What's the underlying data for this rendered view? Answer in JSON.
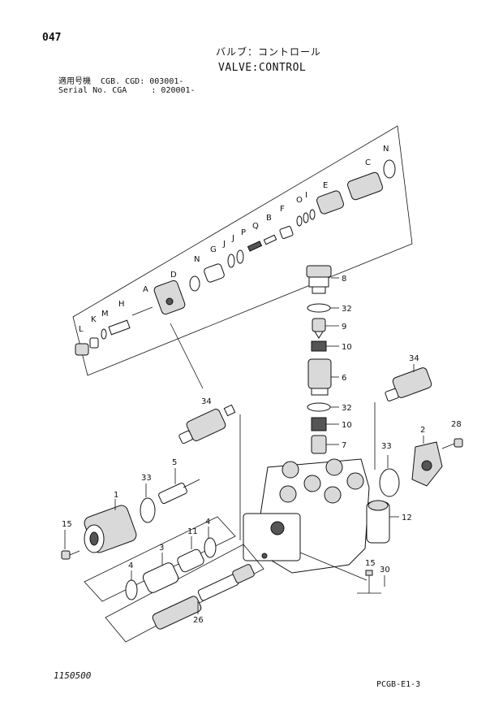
{
  "page_number": "047",
  "title_jp": "バルブ：コントロール",
  "title_en": "VALVE:CONTROL",
  "applicable_line1": "適用号機  CGB. CGD: 003001-",
  "applicable_line2": "Serial No. CGA     : 020001-",
  "footer_left": "1150500",
  "footer_right": "PCGB-E1-3",
  "callouts": {
    "a": "A",
    "b": "B",
    "c": "C",
    "d": "D",
    "e": "E",
    "f": "F",
    "g": "G",
    "h": "H",
    "i": "I",
    "j": "J",
    "k": "K",
    "l": "L",
    "m": "M",
    "n1": "N",
    "n2": "N",
    "o": "O",
    "p": "P",
    "q": "Q",
    "n1_": "1",
    "n2_": "2",
    "n3": "3",
    "n4a": "4",
    "n4b": "4",
    "n5": "5",
    "n6": "6",
    "n7": "7",
    "n8": "8",
    "n9": "9",
    "n10a": "10",
    "n10b": "10",
    "n11": "11",
    "n12": "12",
    "n15a": "15",
    "n15b": "15",
    "n26": "26",
    "n28": "28",
    "n30": "30",
    "n32a": "32",
    "n32b": "32",
    "n33a": "33",
    "n33b": "33",
    "n34a": "34",
    "n34b": "34"
  }
}
